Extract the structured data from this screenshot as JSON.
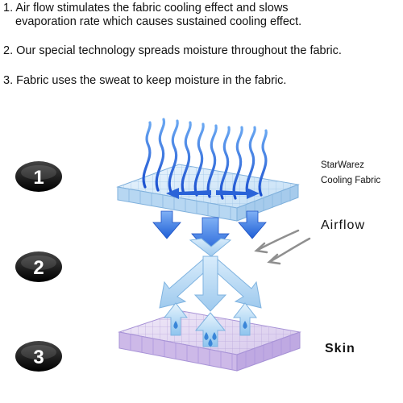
{
  "steps": [
    {
      "line1": "1. Air flow stimulates the fabric cooling effect and slows",
      "line2": "evaporation rate which causes sustained cooling effect."
    },
    {
      "line1": "2. Our special technology spreads moisture throughout the fabric."
    },
    {
      "line1": "3. Fabric uses the sweat to keep moisture in the fabric."
    }
  ],
  "badges": [
    "1",
    "2",
    "3"
  ],
  "labels": {
    "brand_line1": "StarWarez",
    "brand_line2": "Cooling Fabric",
    "airflow": "Airflow",
    "skin": "Skin"
  },
  "colors": {
    "top_fabric": "#cfe6f8",
    "bottom_fabric": "#e3d7f0",
    "arrow_blue": "#2f6fe0",
    "arrow_light": "#b4d8f3",
    "badge": "#111111"
  }
}
